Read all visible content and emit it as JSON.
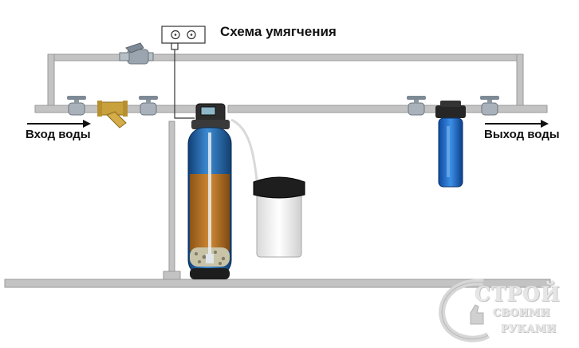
{
  "diagram": {
    "title": "Схема умягчения",
    "inlet_label": "Вход воды",
    "outlet_label": "Выход воды"
  },
  "watermark": {
    "line1": "СТРОЙ",
    "line2": "СВОИМИ",
    "line3": "РУКАМИ"
  },
  "colors": {
    "pipe": "#bfbfbf",
    "pipe_edge": "#9a9a9a",
    "tank": "#2a6fb0",
    "media": "#b9782a",
    "filter_housing": "#1f66c2",
    "brine_tank": "#f2f2f2",
    "valve_handle": "#7d8a96",
    "brass": "#c9a13c"
  },
  "icons": [
    "ball-valve-icon",
    "strainer-icon",
    "control-head-icon",
    "timer-box-icon"
  ]
}
